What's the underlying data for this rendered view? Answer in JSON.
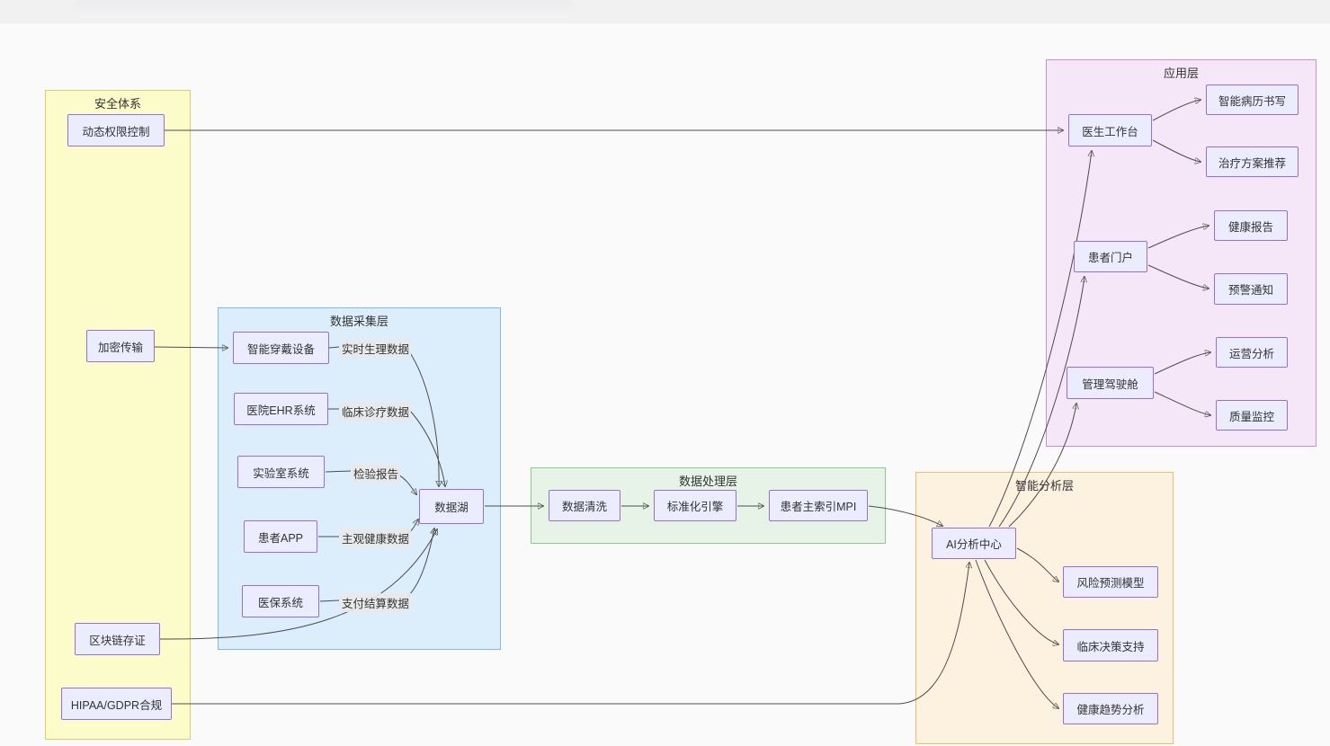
{
  "diagram": {
    "regions": {
      "security": {
        "title": "安全体系"
      },
      "collection": {
        "title": "数据采集层"
      },
      "processing": {
        "title": "数据处理层"
      },
      "analysis": {
        "title": "智能分析层"
      },
      "application": {
        "title": "应用层"
      }
    },
    "nodes": {
      "dynamic_permission": "动态权限控制",
      "encrypted_transfer": "加密传输",
      "blockchain": "区块链存证",
      "hipaa_gdpr": "HIPAA/GDPR合规",
      "wearable": "智能穿戴设备",
      "hospital_ehr": "医院EHR系统",
      "laboratory": "实验室系统",
      "patient_app": "患者APP",
      "insurance": "医保系统",
      "data_lake": "数据湖",
      "data_cleaning": "数据清洗",
      "standardization": "标准化引擎",
      "patient_mpi": "患者主索引MPI",
      "ai_center": "AI分析中心",
      "risk_model": "风险预测模型",
      "clinical_decision": "临床决策支持",
      "health_trend": "健康趋势分析",
      "doctor_workbench": "医生工作台",
      "smart_record": "智能病历书写",
      "treatment_rec": "治疗方案推荐",
      "patient_portal": "患者门户",
      "health_report": "健康报告",
      "alert_notice": "预警通知",
      "mgmt_cockpit": "管理驾驶舱",
      "operation_analysis": "运营分析",
      "quality_monitor": "质量监控"
    },
    "edge_labels": {
      "realtime_physio": "实时生理数据",
      "clinical_data": "临床诊疗数据",
      "lab_report": "检验报告",
      "subjective_health": "主观健康数据",
      "payment_data": "支付结算数据"
    },
    "colors": {
      "node_fill": "#ececff",
      "node_border": "#9370db",
      "edge": "#4d4d4d",
      "security_fill": "#fcfccb",
      "security_border": "#d6cf6d",
      "collection_fill": "#dcedfb",
      "collection_border": "#7cbbea",
      "processing_fill": "#e7f3e7",
      "processing_border": "#8cc98c",
      "analysis_fill": "#fdf2e0",
      "analysis_border": "#f2bd69",
      "application_fill": "#f5e7f7",
      "application_border": "#c791c9"
    }
  }
}
